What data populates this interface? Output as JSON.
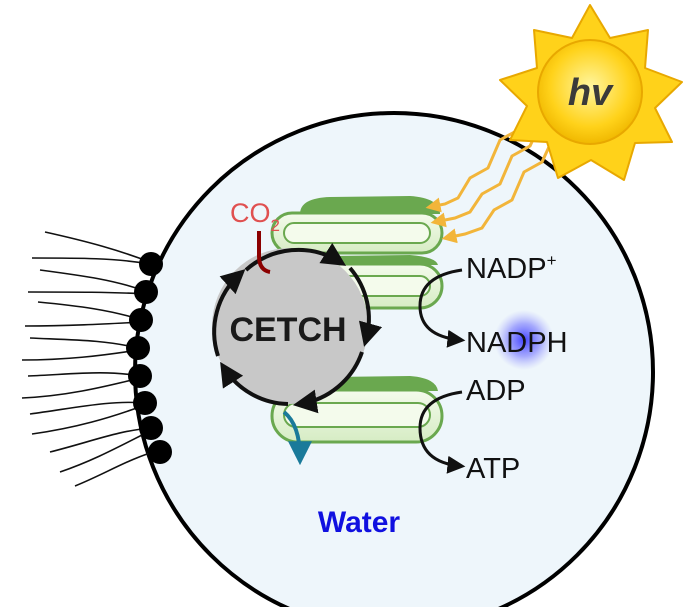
{
  "sun": {
    "label": "hv"
  },
  "cycle": {
    "label": "CETCH"
  },
  "inputs": {
    "co2_main": "CO",
    "co2_sub": "2"
  },
  "reactions": {
    "nadp_main": "NADP",
    "nadp_sup": "+",
    "nadph": "NADPH",
    "adp": "ADP",
    "atp": "ATP"
  },
  "medium": {
    "label": "Water"
  },
  "colors": {
    "sun_fill": "#ffd21a",
    "light_ray": "#f2b53a",
    "thylakoid_green": "#6aa84f",
    "thylakoid_light": "#e8f5d8",
    "cell_fill": "#eef6fb",
    "cetch_fill": "#c8c8c8",
    "nadph_glow": "#4040ff",
    "water_text": "#1010e0",
    "co2_text": "#e05050",
    "outflow_arrow": "#1a7a9a"
  }
}
